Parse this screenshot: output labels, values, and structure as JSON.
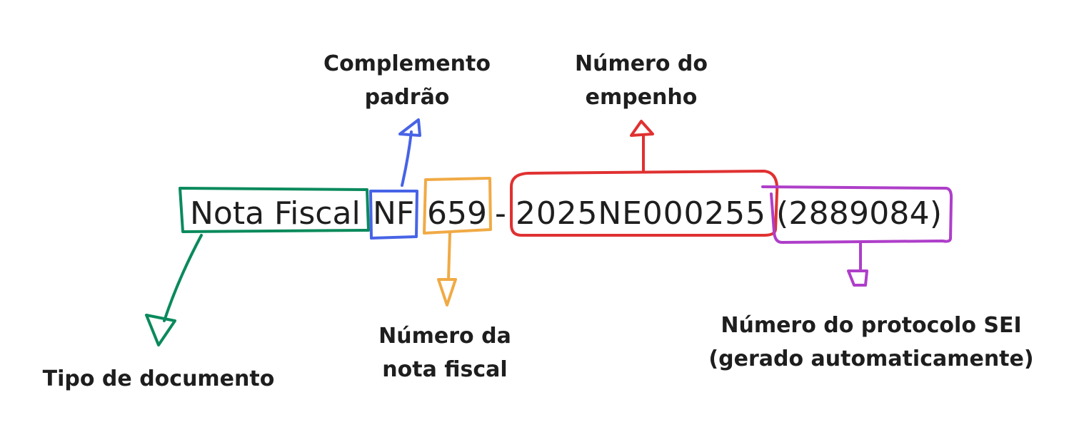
{
  "segments": {
    "tipo": "Nota Fiscal",
    "complemento": "NF",
    "numero_nf": "659",
    "separador": "-",
    "empenho": "2025NE000255",
    "protocolo": "(2889084)"
  },
  "labels": {
    "complemento": [
      "Complemento",
      "padrão"
    ],
    "empenho": [
      "Número do",
      "empenho"
    ],
    "numero_nf": [
      "Número da",
      "nota fiscal"
    ],
    "tipo": [
      "Tipo de documento"
    ],
    "protocolo": [
      "Número do protocolo SEI",
      "(gerado automaticamente)"
    ]
  },
  "colors": {
    "tipo": "#0a8a5c",
    "complemento": "#4763e6",
    "numero_nf": "#f0aa45",
    "empenho": "#e03131",
    "protocolo": "#ae3ec9"
  }
}
